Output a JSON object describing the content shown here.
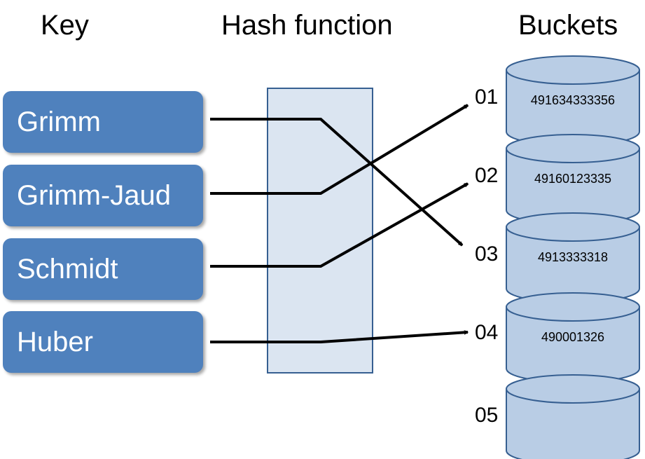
{
  "headings": {
    "key": "Key",
    "hash_function": "Hash function",
    "buckets": "Buckets"
  },
  "keys": [
    "Grimm",
    "Grimm-Jaud",
    "Schmidt",
    "Huber"
  ],
  "buckets": [
    {
      "label": "01",
      "value": "491634333356"
    },
    {
      "label": "02",
      "value": "49160123335"
    },
    {
      "label": "03",
      "value": "4913333318"
    },
    {
      "label": "04",
      "value": "490001326"
    },
    {
      "label": "05",
      "value": ""
    }
  ],
  "mappings": [
    {
      "key": "Grimm",
      "bucket": "03"
    },
    {
      "key": "Grimm-Jaud",
      "bucket": "01"
    },
    {
      "key": "Schmidt",
      "bucket": "02"
    },
    {
      "key": "Huber",
      "bucket": "04"
    }
  ],
  "colors": {
    "key_fill": "#4f81bd",
    "hash_fill": "#dbe5f1",
    "hash_stroke": "#365f91",
    "bucket_fill": "#b9cde5",
    "bucket_stroke": "#365f91",
    "arrow": "#000000"
  }
}
